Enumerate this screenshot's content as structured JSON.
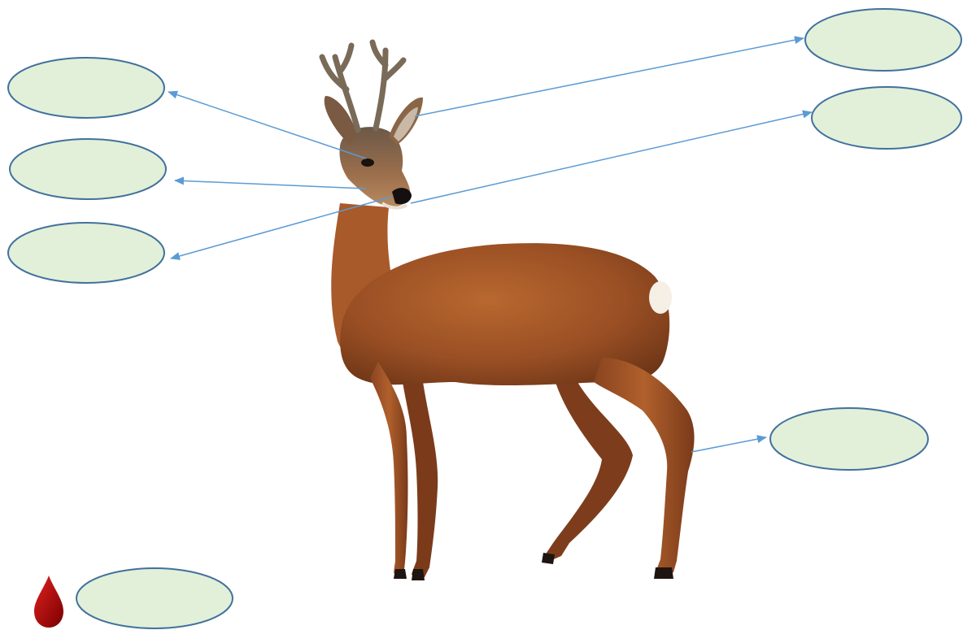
{
  "diagram": {
    "subject": "roe-deer",
    "colors": {
      "bubble_fill": "#e2f0d9",
      "bubble_stroke": "#41719c",
      "arrow": "#5b9bd5",
      "blood_drop": "#c00000",
      "coat": "#a0552a"
    },
    "labels": [
      {
        "id": "eye",
        "text": ""
      },
      {
        "id": "muzzle",
        "text": ""
      },
      {
        "id": "nose",
        "text": ""
      },
      {
        "id": "ear",
        "text": ""
      },
      {
        "id": "nose-right",
        "text": ""
      },
      {
        "id": "leg",
        "text": ""
      },
      {
        "id": "blood-drop-label",
        "text": ""
      }
    ],
    "icons": {
      "drop": "blood-drop-icon"
    }
  }
}
